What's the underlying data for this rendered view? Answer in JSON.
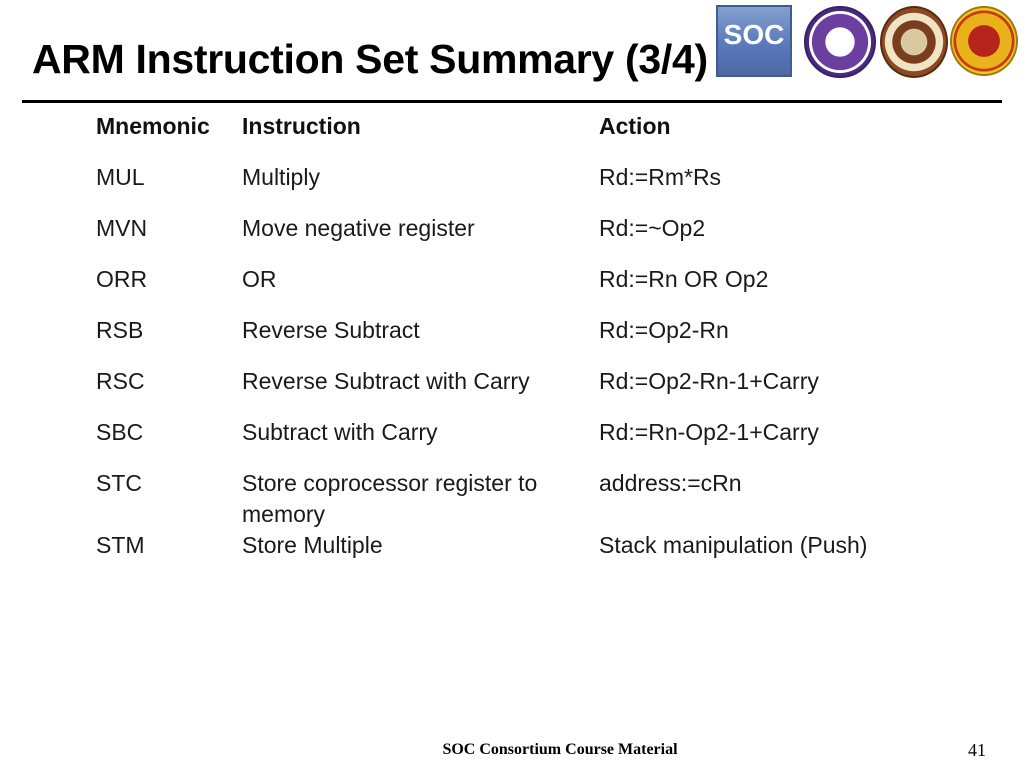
{
  "slide": {
    "title": "ARM Instruction Set Summary (3/4)",
    "logos": [
      "SOC"
    ],
    "table": {
      "headers": [
        "Mnemonic",
        "Instruction",
        "Action"
      ],
      "rows": [
        {
          "mnemonic": "MUL",
          "instruction": "Multiply",
          "action": "Rd:=Rm*Rs"
        },
        {
          "mnemonic": "MVN",
          "instruction": "Move negative register",
          "action": "Rd:=~Op2"
        },
        {
          "mnemonic": "ORR",
          "instruction": "OR",
          "action": "Rd:=Rn OR Op2"
        },
        {
          "mnemonic": "RSB",
          "instruction": "Reverse Subtract",
          "action": "Rd:=Op2-Rn"
        },
        {
          "mnemonic": "RSC",
          "instruction": "Reverse Subtract with Carry",
          "action": "Rd:=Op2-Rn-1+Carry"
        },
        {
          "mnemonic": "SBC",
          "instruction": "Subtract with Carry",
          "action": "Rd:=Rn-Op2-1+Carry"
        },
        {
          "mnemonic": "STC",
          "instruction": "Store coprocessor register to",
          "instruction_cont": "memory",
          "action": "address:=cRn"
        },
        {
          "mnemonic": "STM",
          "instruction": "Store Multiple",
          "action": "Stack manipulation (Push)"
        }
      ]
    },
    "footer": "SOC Consortium Course Material",
    "page_number": "41"
  }
}
